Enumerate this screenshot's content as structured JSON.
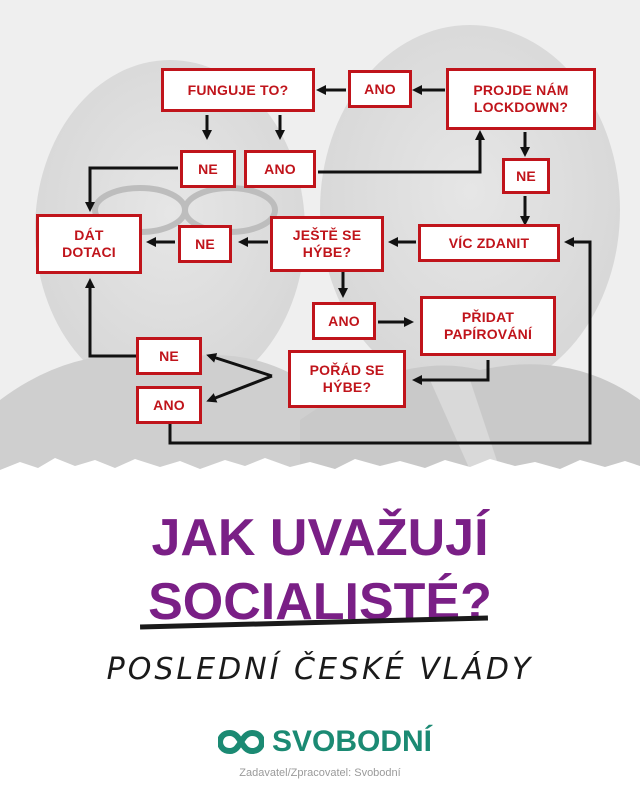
{
  "flowchart": {
    "nodes": {
      "funguje": "FUNGUJE TO?",
      "ano_top": "ANO",
      "projde": "PROJDE NÁM\nLOCKDOWN?",
      "ne_left": "NE",
      "ano_mid": "ANO",
      "ne_right": "NE",
      "dat_dotaci": "DÁT\nDOTACI",
      "ne_mid": "NE",
      "jeste": "JEŠTĚ SE\nHÝBE?",
      "vic_zdanit": "VÍC ZDANIT",
      "ano_lower": "ANO",
      "pridat": "PŘIDAT\nPAPÍROVÁNÍ",
      "ne_bottom": "NE",
      "porad": "POŘÁD SE\nHÝBE?",
      "ano_bottom": "ANO"
    },
    "colors": {
      "box_border": "#c0141b",
      "box_text": "#c0141b",
      "arrow": "#111111"
    }
  },
  "headline": {
    "line1": "JAK UVAŽUJÍ",
    "line2": "SOCIALISTÉ?",
    "color": "#7a1f86"
  },
  "subtitle": "POSLEDNÍ ČESKÉ VLÁDY",
  "logo": {
    "icon": "infinity-icon",
    "text": "SVOBODNÍ",
    "color": "#1b8a73"
  },
  "credit": "Zadavatel/Zpracovatel: Svobodní"
}
